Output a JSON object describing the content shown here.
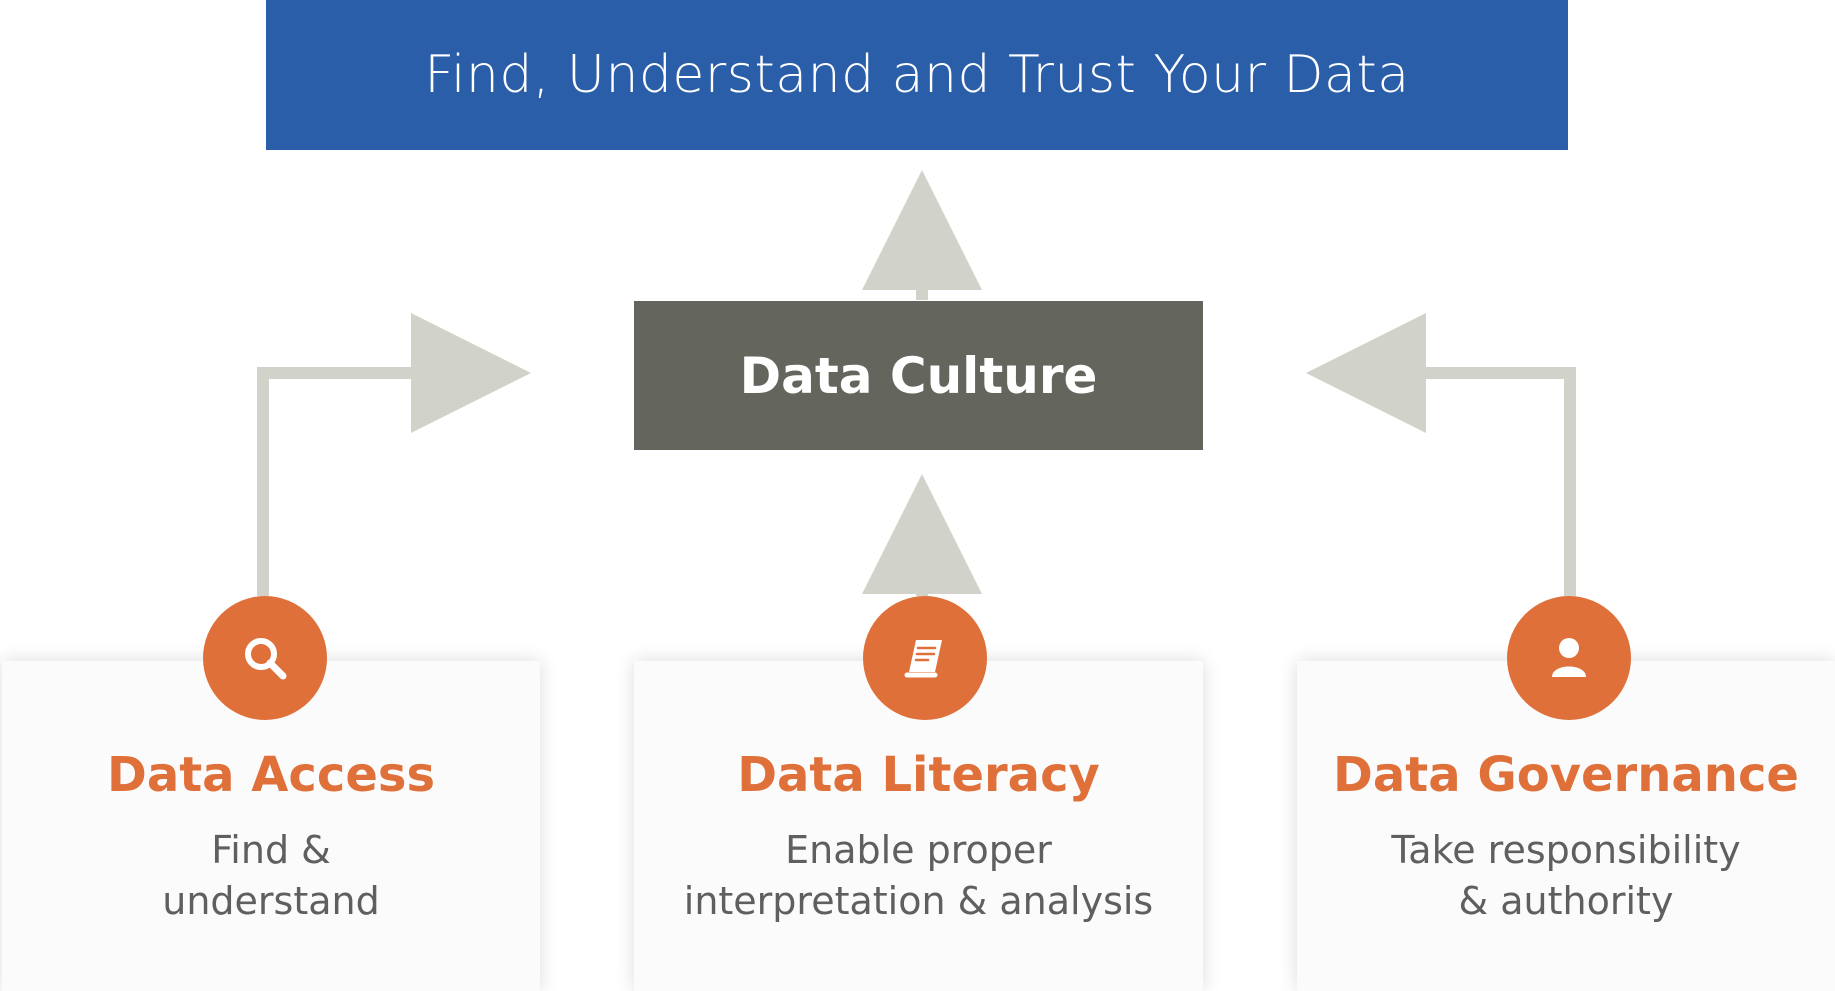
{
  "banner": {
    "title": "Find, Understand and Trust Your Data"
  },
  "center": {
    "title": "Data Culture"
  },
  "pillars": [
    {
      "icon": "search-icon",
      "title": "Data Access",
      "description": "Find &\nunderstand"
    },
    {
      "icon": "book-icon",
      "title": "Data Literacy",
      "description": "Enable proper\ninterpretation & analysis"
    },
    {
      "icon": "user-icon",
      "title": "Data Governance",
      "description": "Take responsibility\n& authority"
    }
  ],
  "colors": {
    "banner": "#2a5ea9",
    "center": "#64655c",
    "accent": "#e0703a",
    "connector": "#d1d2ca",
    "card": "#fbfbfb",
    "body_text": "#5f5f5f"
  }
}
